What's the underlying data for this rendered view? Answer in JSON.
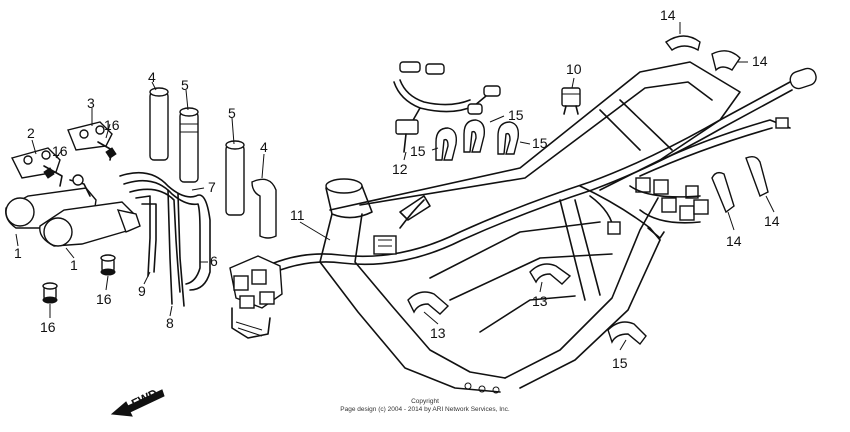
{
  "callouts": {
    "p1": "1",
    "p2": "2",
    "p3": "3",
    "p4": "4",
    "p5": "5",
    "p6": "6",
    "p7": "7",
    "p8": "8",
    "p9": "9",
    "p10": "10",
    "p11": "11",
    "p12": "12",
    "p13": "13",
    "p14": "14",
    "p15": "15",
    "p16": "16"
  },
  "fwd_label": "FWD",
  "copyright": {
    "line1": "Copyright",
    "line2": "Page design (c) 2004 - 2014 by ARI Network Services, Inc."
  }
}
